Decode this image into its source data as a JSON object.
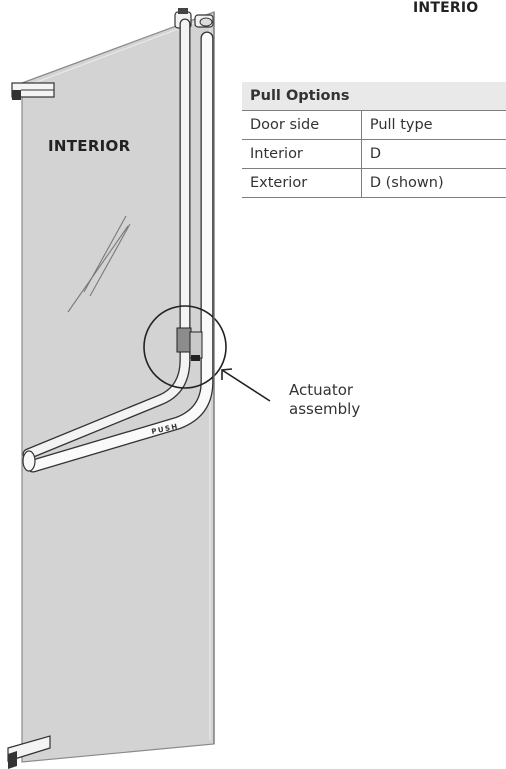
{
  "corner_label": "INTERIO",
  "door_label": "INTERIOR",
  "table": {
    "title": "Pull Options",
    "header": [
      "Door side",
      "Pull type"
    ],
    "rows": [
      [
        "Interior",
        "D"
      ],
      [
        "Exterior",
        "D (shown)"
      ]
    ]
  },
  "callout": {
    "line1": "Actuator",
    "line2": "assembly"
  },
  "bar_text": "PUSH"
}
